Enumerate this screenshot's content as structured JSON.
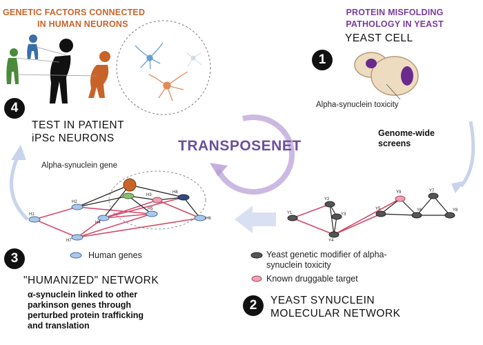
{
  "header_left": [
    "GENETIC FACTORS CONNECTED",
    "IN HUMAN NEURONS"
  ],
  "header_right": [
    "PROTEIN MISFOLDING",
    "PATHOLOGY IN YEAST"
  ],
  "step1": {
    "number": "1",
    "title": "YEAST CELL",
    "toxicity_label": "Alpha-synuclein toxicity"
  },
  "screens": [
    "Genome-wide",
    "screens"
  ],
  "center_title": "TRANSPOSENET",
  "step4": {
    "number": "4",
    "title": [
      "TEST IN PATIENT",
      "iPSc NEURONS"
    ]
  },
  "alpha_gene_label": "Alpha-synuclein gene",
  "human_nodes": [
    "H1",
    "H2",
    "H3",
    "H4",
    "H5",
    "H6",
    "H7",
    "H8"
  ],
  "yeast_nodes": [
    "Y1",
    "Y2",
    "Y3",
    "Y4",
    "Y5",
    "Y6",
    "Y7",
    "Y8",
    "Y9"
  ],
  "legend": {
    "human_genes": "Human genes",
    "yeast_modifier": [
      "Yeast genetic modifier of alpha-",
      "synuclein toxicity"
    ],
    "druggable": "Known druggable target"
  },
  "step3": {
    "number": "3",
    "title": "\"HUMANIZED\" NETWORK",
    "desc": [
      "α-synuclein linked to other",
      "parkinson genes through",
      "perturbed protein trafficking",
      "and translation"
    ]
  },
  "step2": {
    "number": "2",
    "title": [
      "YEAST SYNUCLEIN",
      "MOLECULAR NETWORK"
    ]
  },
  "colors": {
    "orange": "#c8642a",
    "purple": "#7a3b9c",
    "network_red": "#d04a6a",
    "human_node": "#a8c8ec",
    "yeast_node": "#555555",
    "druggable": "#f0a0b4"
  }
}
